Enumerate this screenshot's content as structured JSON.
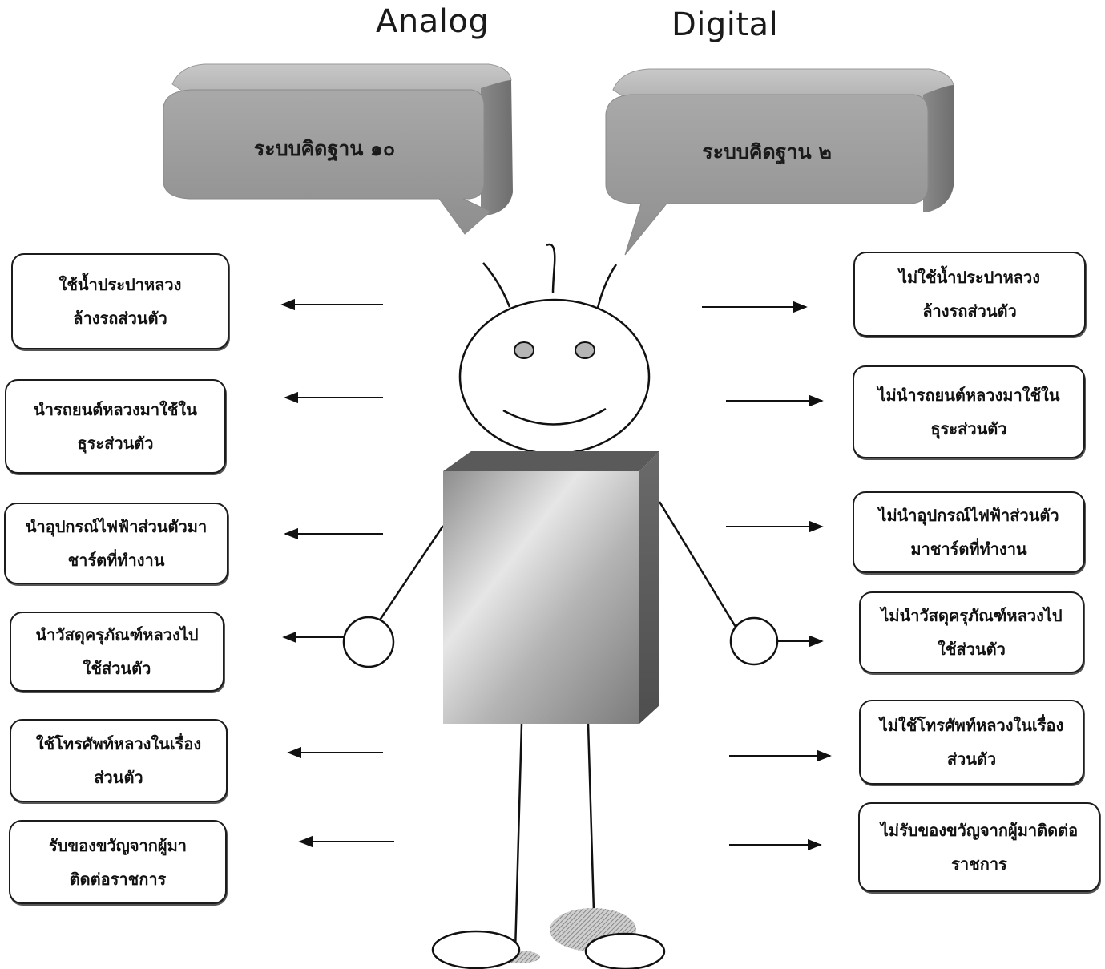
{
  "headings": {
    "left": "Analog",
    "right": "Digital"
  },
  "bubbles": {
    "left": "ระบบคิดฐาน ๑๐",
    "right": "ระบบคิดฐาน ๒"
  },
  "analog_items": [
    {
      "line1": "ใช้น้ำประปาหลวง",
      "line2": "ล้างรถส่วนตัว"
    },
    {
      "line1": "นำรถยนต์หลวงมาใช้ใน",
      "line2": "ธุระส่วนตัว"
    },
    {
      "line1": "นำอุปกรณ์ไฟฟ้าส่วนตัวมา",
      "line2": "ชาร์ตที่ทำงาน"
    },
    {
      "line1": "นำวัสดุครุภัณฑ์หลวงไป",
      "line2": "ใช้ส่วนตัว"
    },
    {
      "line1": "ใช้โทรศัพท์หลวงในเรื่อง",
      "line2": "ส่วนตัว"
    },
    {
      "line1": "รับของขวัญจากผู้มา",
      "line2": "ติดต่อราชการ"
    }
  ],
  "digital_items": [
    {
      "line1": "ไม่ใช้น้ำประปาหลวง",
      "line2": "ล้างรถส่วนตัว"
    },
    {
      "line1": "ไม่นำรถยนต์หลวงมาใช้ใน",
      "line2": "ธุระส่วนตัว"
    },
    {
      "line1": "ไม่นำอุปกรณ์ไฟฟ้าส่วนตัว",
      "line2": "มาชาร์ตที่ทำงาน"
    },
    {
      "line1": "ไม่นำวัสดุครุภัณฑ์หลวงไป",
      "line2": "ใช้ส่วนตัว"
    },
    {
      "line1": "ไม่ใช้โทรศัพท์หลวงในเรื่อง",
      "line2": "ส่วนตัว"
    },
    {
      "line1": "ไม่รับของขวัญจากผู้มาติดต่อ",
      "line2": "ราชการ"
    }
  ]
}
